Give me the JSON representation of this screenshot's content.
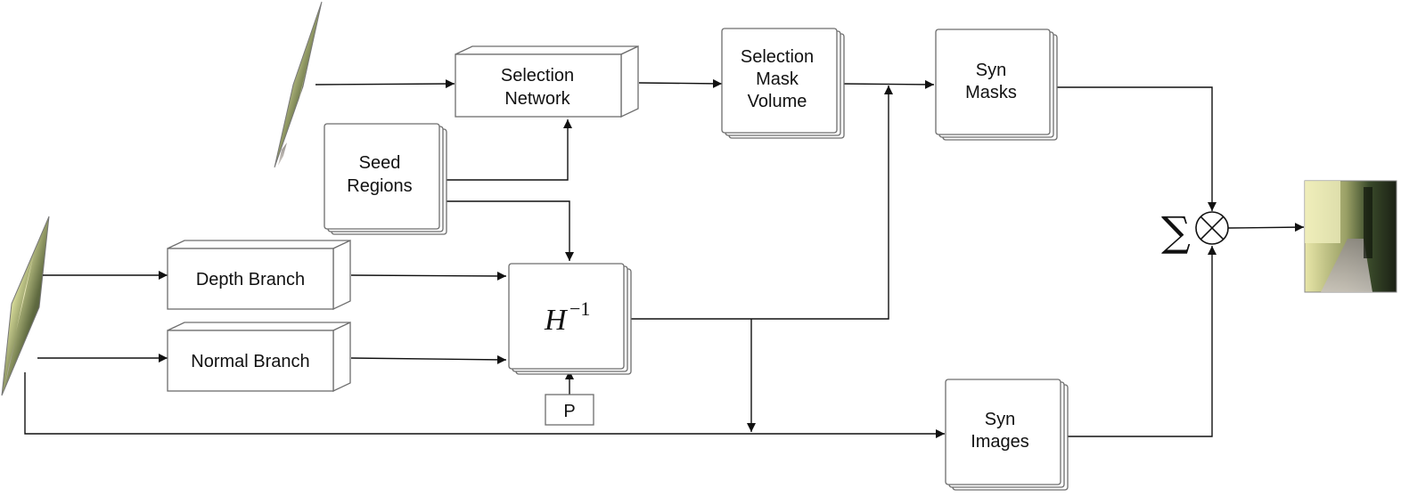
{
  "nodes": {
    "selection_network": [
      "Selection",
      "Network"
    ],
    "selection_mask_volume": [
      "Selection",
      "Mask",
      "Volume"
    ],
    "syn_masks": [
      "Syn",
      "Masks"
    ],
    "seed_regions": [
      "Seed",
      "Regions"
    ],
    "depth_branch": "Depth Branch",
    "normal_branch": "Normal Branch",
    "homography": {
      "base": "H",
      "exponent": "−1"
    },
    "p_box": "P",
    "syn_images": [
      "Syn",
      "Images"
    ],
    "combine": {
      "sum": "∑"
    }
  },
  "images": {
    "top_input": "input-image-thumbnail",
    "left_input": "input-image-thumbnail",
    "output": "output-image-thumbnail"
  },
  "colors": {
    "box_stroke": "#6d6d6d",
    "arrow": "#111111",
    "foliage_dark": "#1d2a14",
    "foliage_light": "#e9e6a2"
  }
}
